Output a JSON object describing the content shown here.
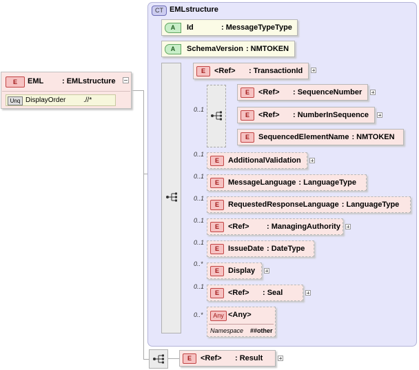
{
  "root": {
    "badge": "E",
    "name": "EML",
    "type": ": EMLstructure",
    "attribute": {
      "badge": "Unq",
      "name": "DisplayOrder",
      "selector": ".//*"
    }
  },
  "complex_type": {
    "badge": "CT",
    "name": "EMLstructure"
  },
  "attributes": [
    {
      "badge": "A",
      "name": "Id",
      "type": ": MessageTypeType"
    },
    {
      "badge": "A",
      "name": "SchemaVersion",
      "type": ": NMTOKEN"
    }
  ],
  "elements": {
    "transaction_id": {
      "badge": "E",
      "ref": "<Ref>",
      "name": ": TransactionId"
    },
    "choice_card": "0..1",
    "sequence_number": {
      "badge": "E",
      "ref": "<Ref>",
      "name": ": SequenceNumber"
    },
    "number_in_sequence": {
      "badge": "E",
      "ref": "<Ref>",
      "name": ": NumberInSequence"
    },
    "sequenced_element_name": {
      "badge": "E",
      "name": "SequencedElementName",
      "type": ": NMTOKEN"
    },
    "additional_validation": {
      "badge": "E",
      "card": "0..1",
      "name": "AdditionalValidation"
    },
    "message_language": {
      "badge": "E",
      "card": "0..1",
      "name": "MessageLanguage",
      "type": ": LanguageType"
    },
    "requested_response_language": {
      "badge": "E",
      "card": "0..1",
      "name": "RequestedResponseLanguage",
      "type": ": LanguageType"
    },
    "managing_authority": {
      "badge": "E",
      "card": "0..1",
      "ref": "<Ref>",
      "name": ": ManagingAuthority"
    },
    "issue_date": {
      "badge": "E",
      "card": "0..1",
      "name": "IssueDate",
      "type": ": DateType"
    },
    "display": {
      "badge": "E",
      "card": "0..*",
      "name": "Display"
    },
    "seal": {
      "badge": "E",
      "card": "0..1",
      "ref": "<Ref>",
      "name": ": Seal"
    },
    "any": {
      "badge": "Any",
      "card": "0..*",
      "name": "<Any>",
      "ns_label": "Namespace",
      "ns_value": "##other"
    }
  },
  "result": {
    "badge": "E",
    "ref": "<Ref>",
    "name": ": Result"
  }
}
